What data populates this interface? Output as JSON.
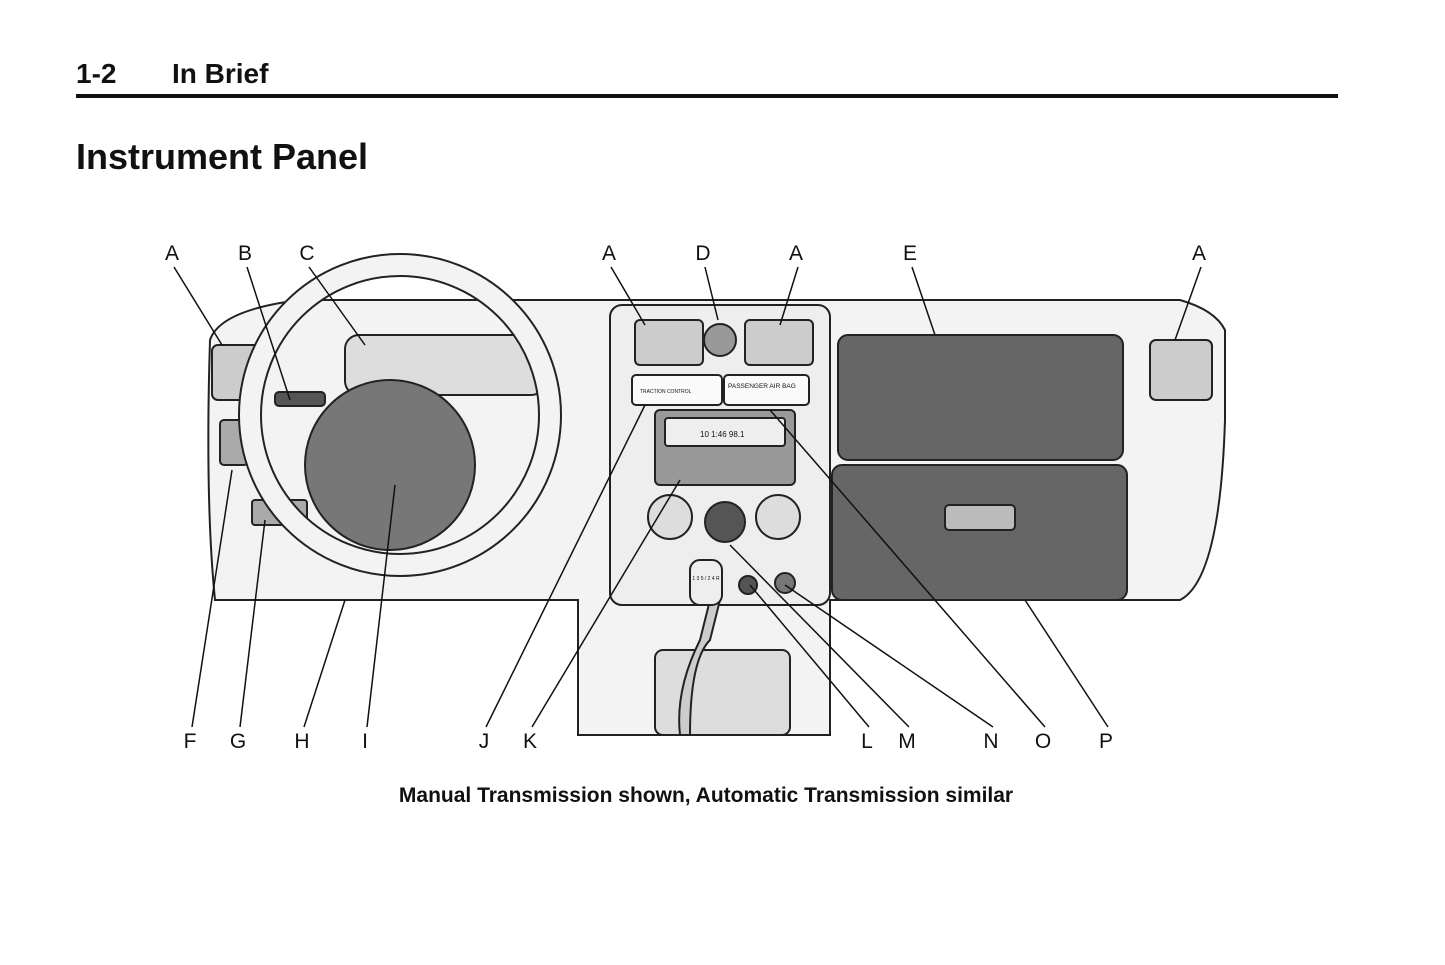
{
  "header": {
    "page_number": "1-2",
    "section": "In Brief"
  },
  "title": "Instrument Panel",
  "figure": {
    "top_labels": [
      "A",
      "B",
      "C",
      "A",
      "D",
      "A",
      "E",
      "A"
    ],
    "bottom_labels": [
      "F",
      "G",
      "H",
      "I",
      "J",
      "K",
      "L",
      "M",
      "N",
      "O",
      "P"
    ],
    "panel_text": {
      "traction": "TRACTION CONTROL",
      "airbag": "PASSENGER AIR BAG",
      "radio_display": "10 1:46 98.1",
      "shift_pattern": "1 3 5 / 2 4 R"
    }
  },
  "caption": "Manual Transmission shown, Automatic Transmission similar"
}
